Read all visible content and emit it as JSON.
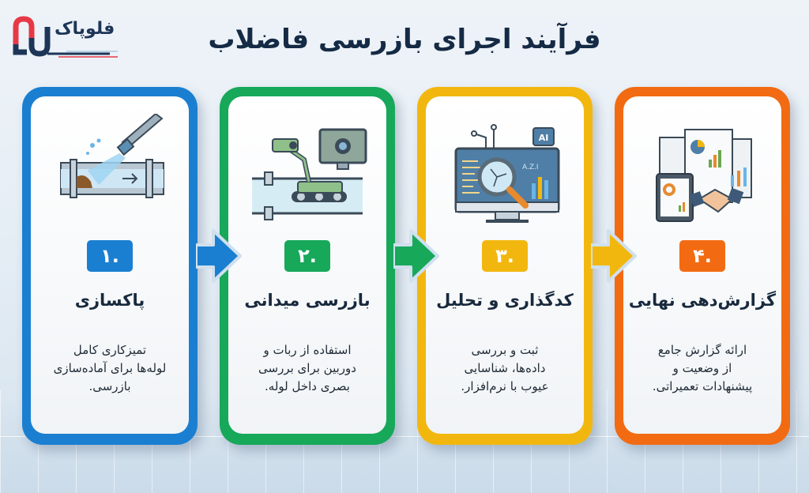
{
  "brand": {
    "logo_text": "فلوپاک",
    "colors": {
      "pipe_red": "#e63946",
      "pipe_navy": "#1d3557"
    }
  },
  "title": "فرآیند اجرای بازرسی فاضلاب",
  "steps": [
    {
      "number": "۱.",
      "title": "پاکسازی",
      "description_lines": [
        "تمیزکاری کامل",
        "لوله‌ها برای آماده‌سازی",
        "بازرسی."
      ],
      "color": "#1a7fd1",
      "icon": "pipe-cleaning-water-jet-icon"
    },
    {
      "number": "۲.",
      "title": "بازرسی میدانی",
      "description_lines": [
        "استفاده از ربات و",
        "دوربین برای بررسی",
        "بصری داخل لوله."
      ],
      "color": "#17a85a",
      "icon": "pipe-inspection-robot-camera-icon"
    },
    {
      "number": "۳.",
      "title": "کدگذاری و تحلیل",
      "description_lines": [
        "ثبت و بررسی",
        "داده‌ها، شناسایی",
        "عیوب با نرم‌افزار."
      ],
      "color": "#f2b70f",
      "icon": "ai-analysis-magnifier-monitor-icon",
      "icon_labels": [
        "AI",
        "A.Z.I"
      ]
    },
    {
      "number": "۴.",
      "title": "گزارش‌دهی نهایی",
      "description_lines": [
        "ارائه گزارش جامع",
        "از وضعیت و",
        "پیشنهادات تعمیراتی."
      ],
      "color": "#f26b12",
      "icon": "reports-handshake-icon"
    }
  ],
  "arrows": [
    {
      "color": "#1a7fd1"
    },
    {
      "color": "#17a85a"
    },
    {
      "color": "#f2b70f"
    }
  ]
}
